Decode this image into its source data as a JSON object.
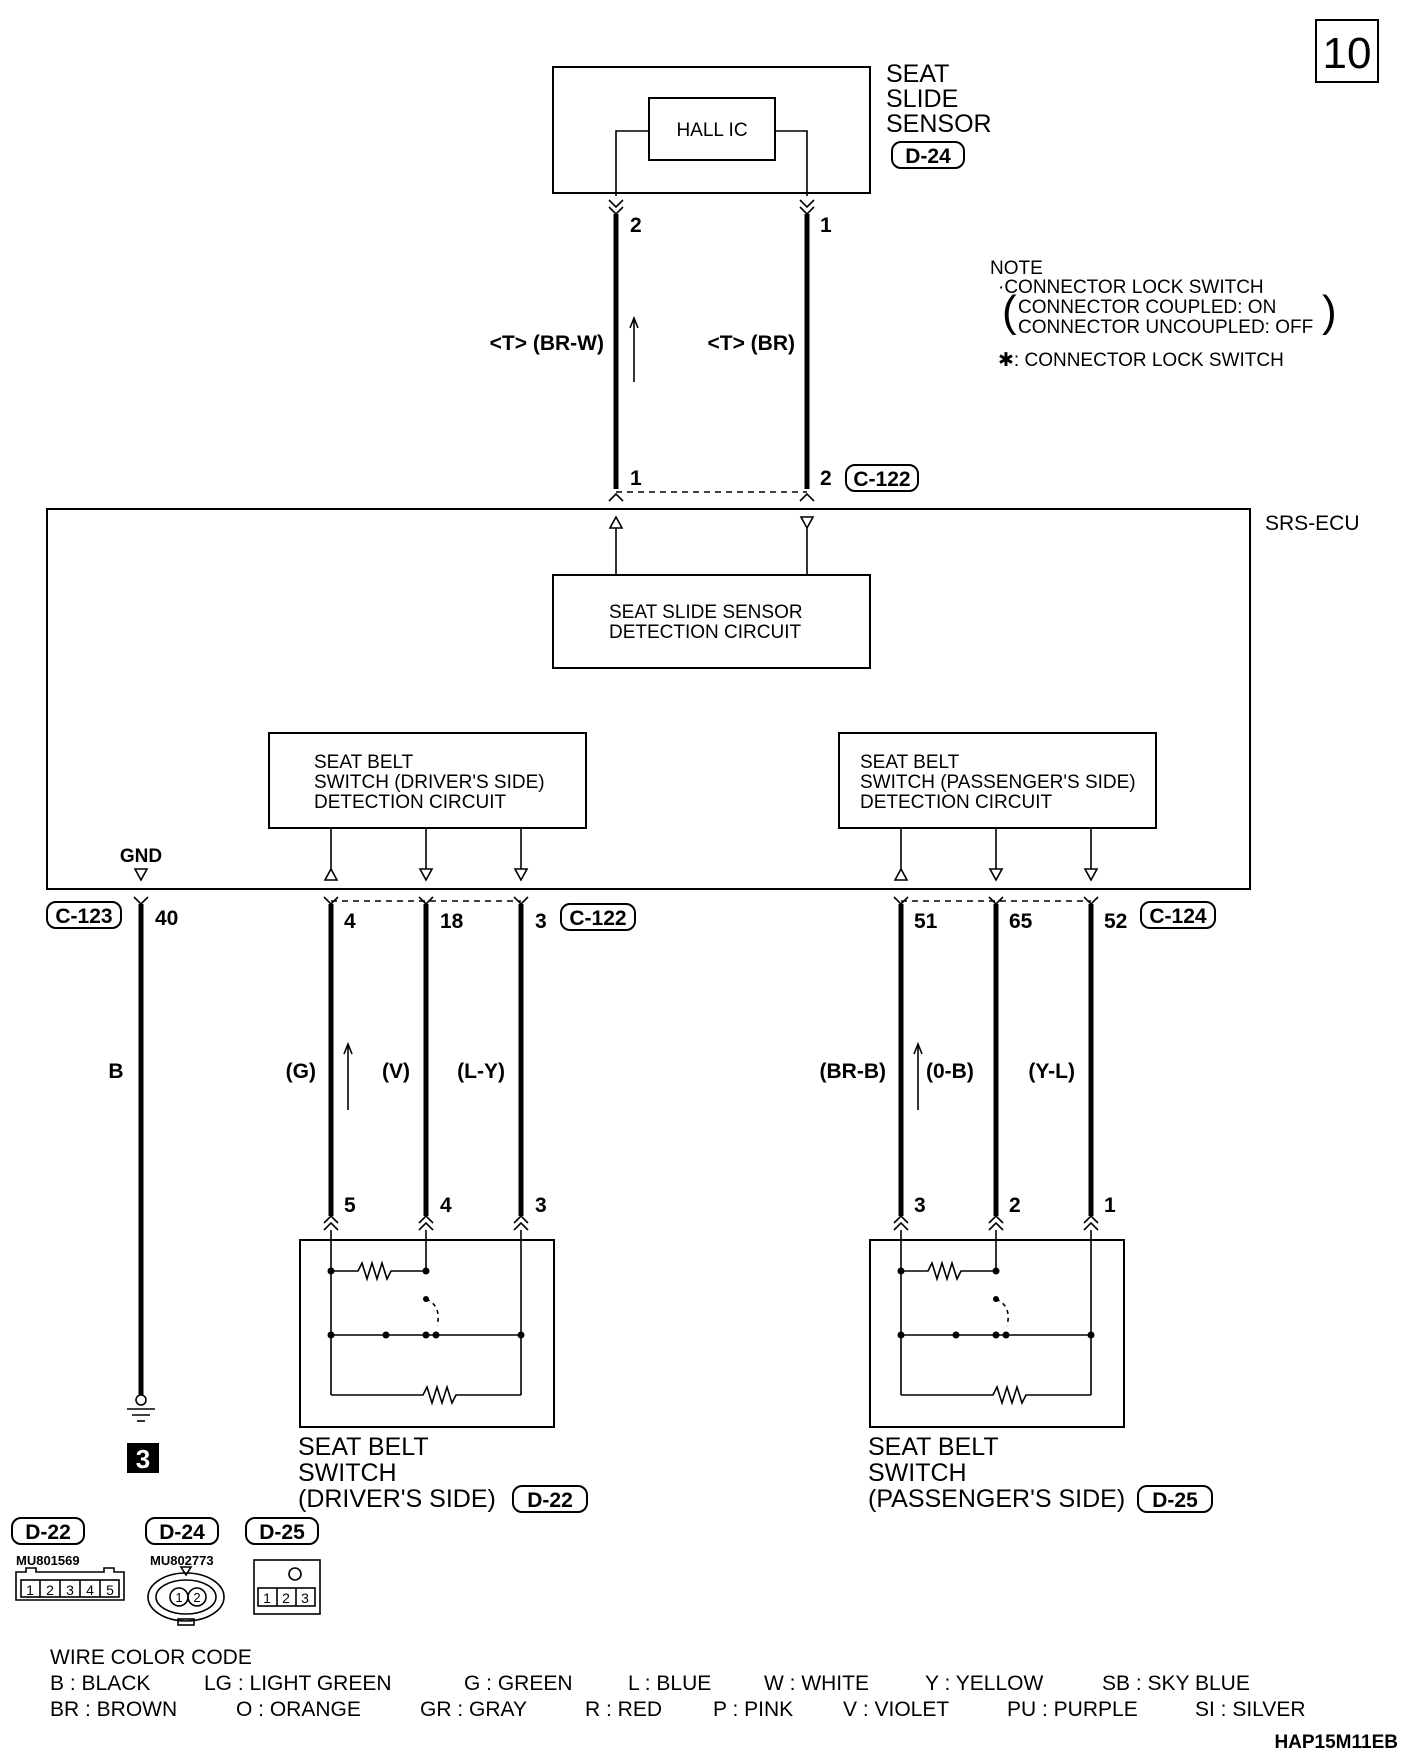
{
  "page_number": "10",
  "components": {
    "seat_slide_sensor": {
      "lines": [
        "SEAT",
        "SLIDE",
        "SENSOR"
      ],
      "connector": "D-24",
      "inner": "HALL IC"
    },
    "srs_ecu": {
      "label": "SRS-ECU"
    },
    "seat_slide_detect": {
      "lines": [
        "SEAT SLIDE SENSOR",
        "DETECTION CIRCUIT"
      ]
    },
    "belt_driver_detect": {
      "lines": [
        "SEAT BELT",
        "SWITCH (DRIVER'S SIDE)",
        "DETECTION CIRCUIT"
      ]
    },
    "belt_pass_detect": {
      "lines": [
        "SEAT BELT",
        "SWITCH (PASSENGER'S SIDE)",
        "DETECTION CIRCUIT"
      ]
    },
    "belt_driver_switch": {
      "lines": [
        "SEAT BELT",
        "SWITCH",
        "(DRIVER'S SIDE)"
      ],
      "connector": "D-22"
    },
    "belt_pass_switch": {
      "lines": [
        "SEAT BELT",
        "SWITCH",
        "(PASSENGER'S SIDE)"
      ],
      "connector": "D-25"
    }
  },
  "note": {
    "title": "NOTE",
    "lines": [
      "·CONNECTOR LOCK SWITCH",
      "CONNECTOR COUPLED: ON",
      "CONNECTOR UNCOUPLED: OFF",
      "✱: CONNECTOR LOCK SWITCH"
    ]
  },
  "wires": {
    "sensor_pin2": {
      "pin": "2",
      "color": "<T> (BR-W)"
    },
    "sensor_pin1": {
      "pin": "1",
      "color": "<T> (BR)"
    },
    "ecu_pin1": "1",
    "ecu_pin2": "2",
    "ecu_conn_top": "C-122",
    "gnd_label": "GND",
    "gnd_conn": "C-123",
    "gnd_pin": "40",
    "gnd_color": "B",
    "ground_ref": "3",
    "driver_conn": "C-122",
    "driver_pins": [
      "4",
      "18",
      "3"
    ],
    "driver_colors": [
      "(G)",
      "(V)",
      "(L-Y)"
    ],
    "driver_switch_pins": [
      "5",
      "4",
      "3"
    ],
    "pass_conn": "C-124",
    "pass_pins": [
      "51",
      "65",
      "52"
    ],
    "pass_colors": [
      "(BR-B)",
      "(0-B)",
      "(Y-L)"
    ],
    "pass_switch_pins": [
      "3",
      "2",
      "1"
    ]
  },
  "connectors": [
    {
      "name": "D-22",
      "part": "MU801569",
      "pins": [
        "1",
        "2",
        "3",
        "4",
        "5"
      ]
    },
    {
      "name": "D-24",
      "part": "MU802773",
      "pins": [
        "1",
        "2"
      ]
    },
    {
      "name": "D-25",
      "part": "",
      "pins": [
        "1",
        "2",
        "3"
      ]
    }
  ],
  "wire_color_code": {
    "title": "WIRE COLOR CODE",
    "row1": [
      "B : BLACK",
      "LG : LIGHT GREEN",
      "G : GREEN",
      "L : BLUE",
      "W : WHITE",
      "Y : YELLOW",
      "SB : SKY BLUE"
    ],
    "row2": [
      "BR : BROWN",
      "O : ORANGE",
      "GR : GRAY",
      "R : RED",
      "P : PINK",
      "V : VIOLET",
      "PU : PURPLE",
      "SI : SILVER"
    ]
  },
  "figure_code": "HAP15M11EB"
}
